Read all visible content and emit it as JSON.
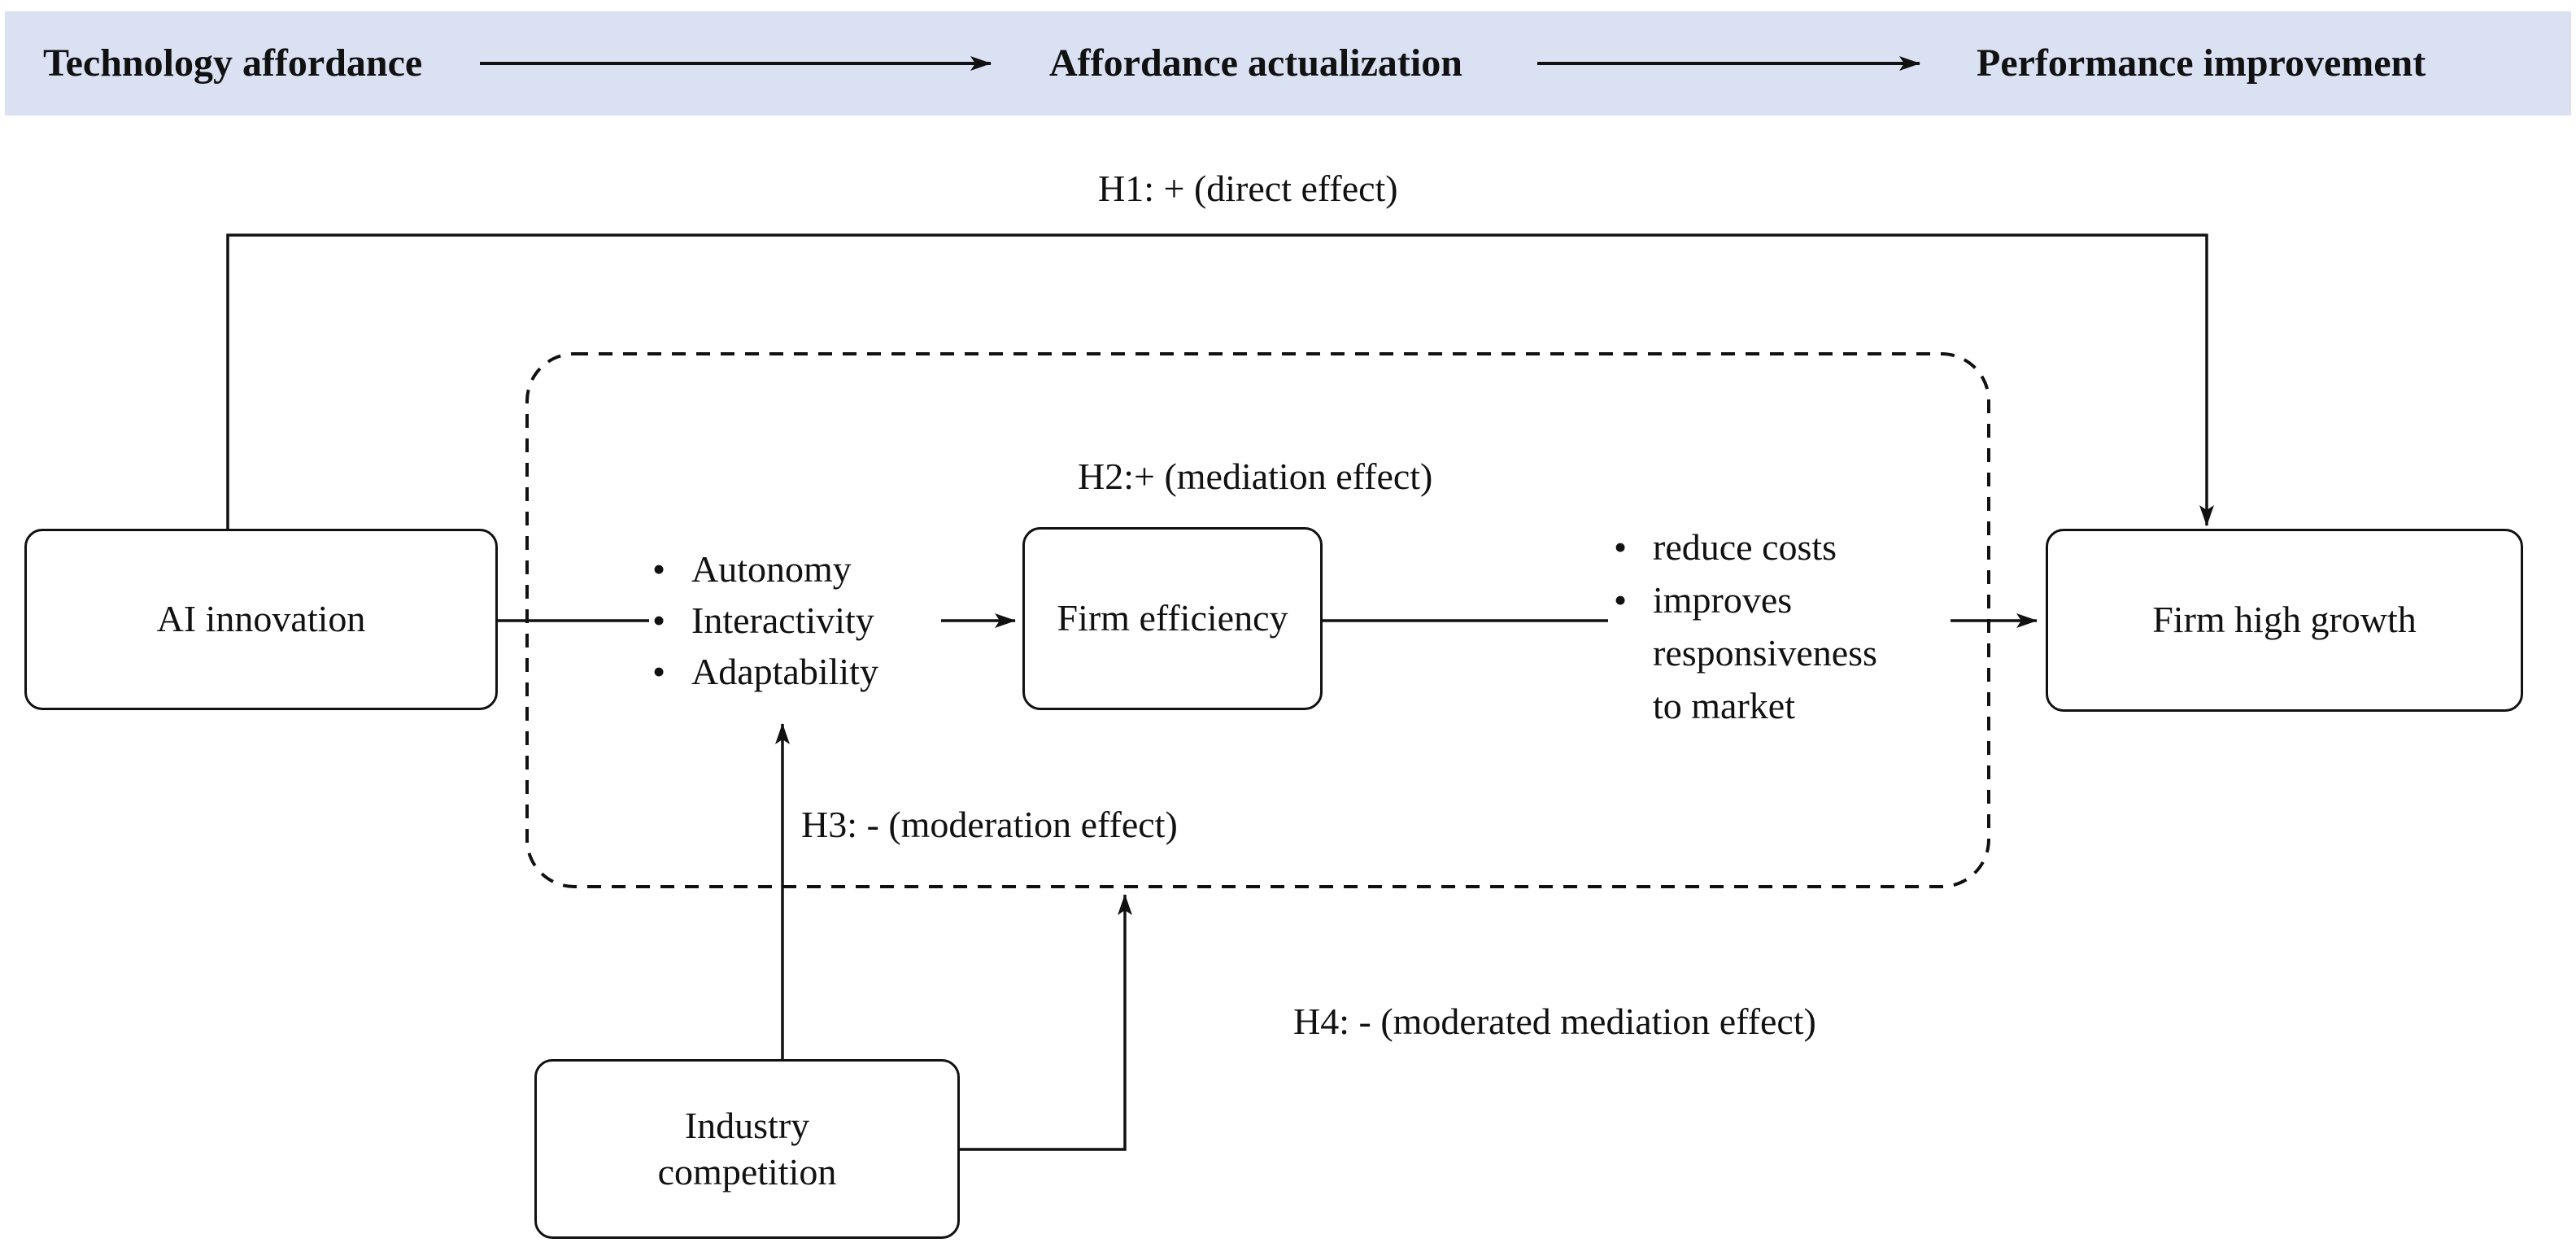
{
  "banner": {
    "bg_color": "#d9e1f3",
    "stages": [
      "Technology affordance",
      "Affordance actualization",
      "Performance improvement"
    ]
  },
  "hypotheses": {
    "h1": "H1: + (direct effect)",
    "h2": "H2:+ (mediation effect)",
    "h3": "H3: - (moderation effect)",
    "h4": "H4: - (moderated mediation effect)"
  },
  "boxes": {
    "ai": "AI innovation",
    "efficiency": "Firm efficiency",
    "growth": "Firm high growth",
    "industry_line1": "Industry",
    "industry_line2": "competition"
  },
  "ai_attributes": {
    "bullet": "•",
    "items": [
      "Autonomy",
      "Interactivity",
      "Adaptability"
    ]
  },
  "efficiency_outcomes": {
    "bullet": "•",
    "lines": [
      {
        "bullet": true,
        "text": "reduce costs"
      },
      {
        "bullet": true,
        "text": "improves"
      },
      {
        "bullet": false,
        "text": "responsiveness"
      },
      {
        "bullet": false,
        "text": "to market"
      }
    ]
  },
  "colors": {
    "line": "#111111",
    "banner_bg": "#d9e1f3",
    "box_fill": "#ffffff",
    "text": "#111111"
  }
}
